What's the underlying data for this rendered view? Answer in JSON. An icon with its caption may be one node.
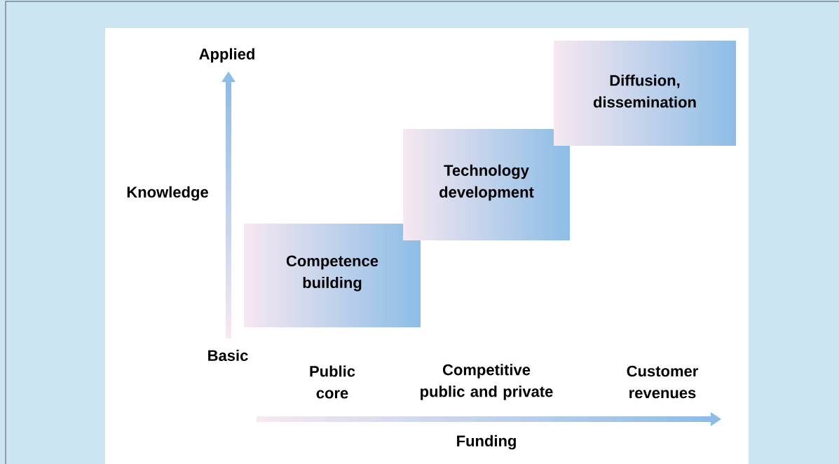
{
  "diagram": {
    "nodes": [
      {
        "text": [
          "Competence building"
        ]
      },
      {
        "text": [
          "Technology development"
        ]
      },
      {
        "text": [
          "Diffusion, dissemination"
        ]
      }
    ],
    "labels": [
      "Applied",
      "Knowledge",
      "Basic",
      "Public core",
      "Competitive public and private",
      "Customer revenues",
      "Funding"
    ]
  }
}
